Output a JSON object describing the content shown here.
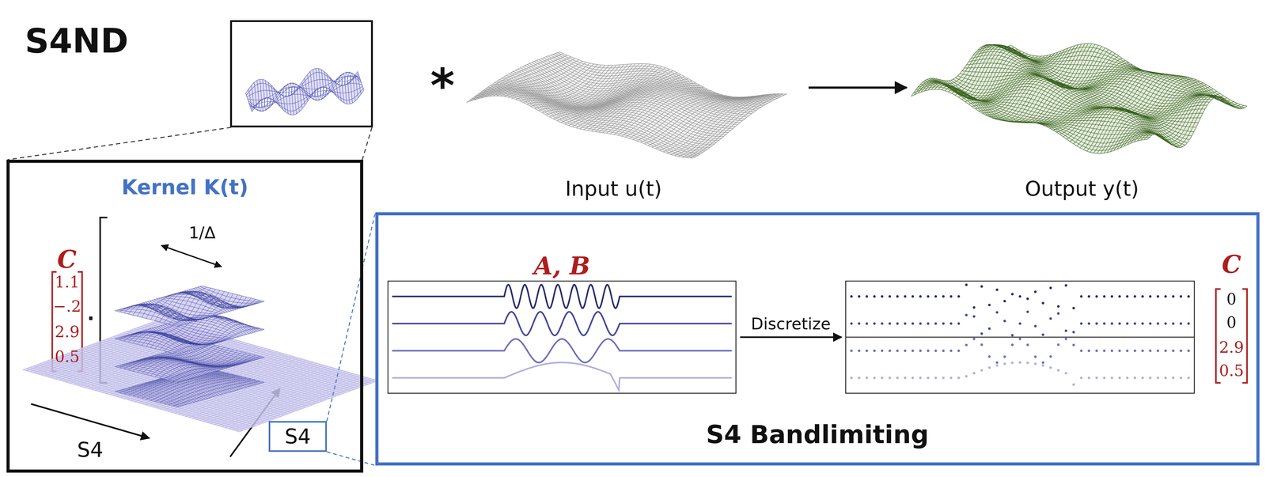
{
  "diagram": {
    "title": "S4ND",
    "nodes": [
      {
        "text": [
          "Kernel K(t)"
        ]
      },
      {
        "text": [
          "S4"
        ],
        "in": 0
      },
      {
        "text": [
          "S4 Bandlimiting"
        ]
      },
      {
        "text": [
          "A, B"
        ],
        "in": 2
      },
      {
        "text": [
          "C"
        ],
        "in": 2
      }
    ],
    "edges": [
      {
        "from": 1,
        "to": 2,
        "arrow": "none"
      },
      {
        "from": 3,
        "to": 4,
        "arrow": "to",
        "label": "Discretize"
      }
    ],
    "labels": [
      "*",
      "Input u(t)",
      "Output y(t)",
      "C",
      "1.1",
      "−.2",
      "2.9",
      "0.5",
      "1/Δ",
      "S4",
      "0",
      "0",
      "2.9",
      "0.5",
      "·"
    ]
  }
}
